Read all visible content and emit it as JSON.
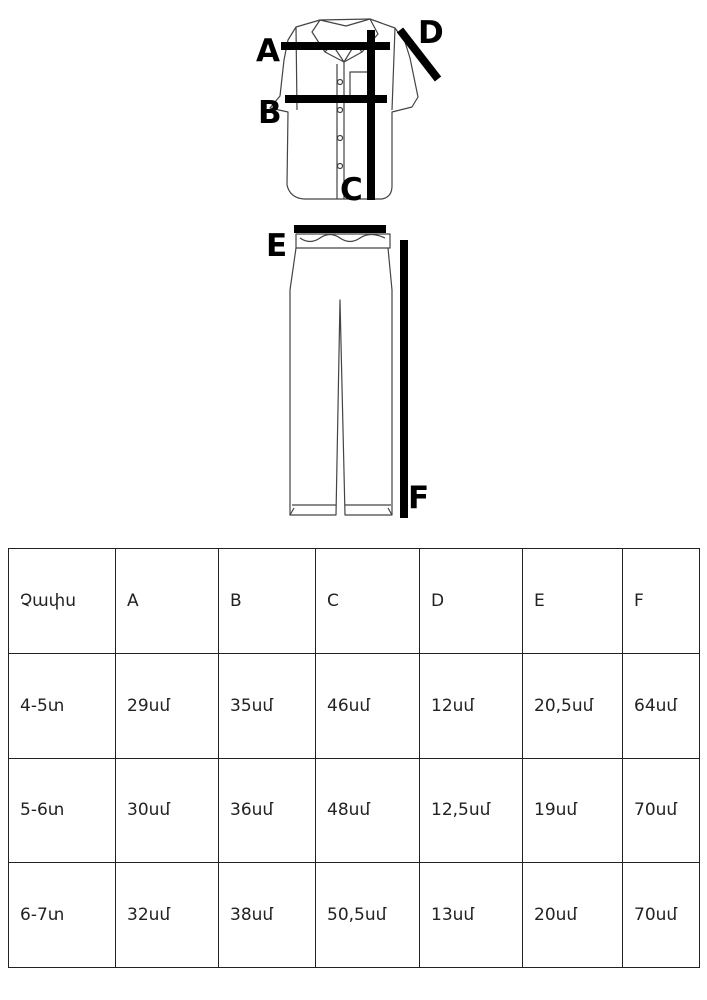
{
  "labels": {
    "a": "A",
    "b": "B",
    "c": "C",
    "d": "D",
    "e": "E",
    "f": "F"
  },
  "table": {
    "header": [
      "Չափս",
      "A",
      "B",
      "C",
      "D",
      "E",
      "F"
    ],
    "rows": [
      [
        "4-5տ",
        "29սմ",
        "35սմ",
        "46սմ",
        "12սմ",
        "20,5սմ",
        "64սմ"
      ],
      [
        "5-6տ",
        "30սմ",
        "36սմ",
        "48սմ",
        "12,5սմ",
        "19սմ",
        "70սմ"
      ],
      [
        "6-7տ",
        "32սմ",
        "38սմ",
        "50,5սմ",
        "13սմ",
        "20սմ",
        "70սմ"
      ]
    ]
  }
}
